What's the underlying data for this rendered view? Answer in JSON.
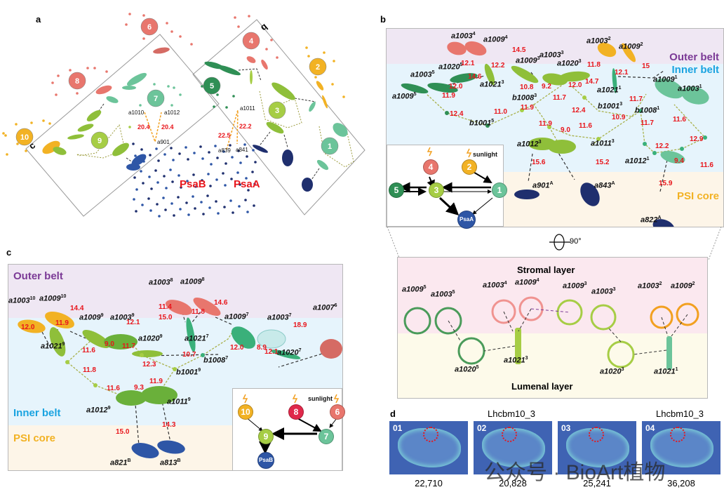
{
  "panels": {
    "a": {
      "letter": "a",
      "clusters": [
        {
          "id": "1",
          "color": "#6cc49a"
        },
        {
          "id": "2",
          "color": "#f2b224"
        },
        {
          "id": "3",
          "color": "#a6cd45"
        },
        {
          "id": "4",
          "color": "#e8766d"
        },
        {
          "id": "5",
          "color": "#2f8f55"
        },
        {
          "id": "6",
          "color": "#e8766d"
        },
        {
          "id": "7",
          "color": "#6cc49a"
        },
        {
          "id": "8",
          "color": "#e8766d"
        },
        {
          "id": "9",
          "color": "#a6cd45"
        },
        {
          "id": "10",
          "color": "#f2b224"
        }
      ],
      "box_labels": {
        "b": "b",
        "c": "c"
      },
      "labels": {
        "a1010": "a1010",
        "a1012": "a1012",
        "a901": "a901",
        "a1011": "a1011",
        "a839": "a839",
        "a841": "a841"
      },
      "distances": {
        "d1010_901": "20.4",
        "d1012_901": "20.4",
        "d839_1011": "22.5",
        "d841_1011": "22.2"
      },
      "subunits": {
        "psab": "PsaB",
        "psaa": "PsaA"
      }
    },
    "b": {
      "letter": "b",
      "belts": {
        "outer": "Outer belt",
        "inner": "Inner belt",
        "core": "PSI core"
      },
      "pigments": {
        "a1003_4": {
          "base": "a1003",
          "sup": "4"
        },
        "a1009_4": {
          "base": "a1009",
          "sup": "4"
        },
        "a1003_3": {
          "base": "a1003",
          "sup": "3"
        },
        "a1009_3": {
          "base": "a1009",
          "sup": "3"
        },
        "a1020_3": {
          "base": "a1020",
          "sup": "3"
        },
        "a1003_2": {
          "base": "a1003",
          "sup": "2"
        },
        "a1009_2": {
          "base": "a1009",
          "sup": "2"
        },
        "a1020_5": {
          "base": "a1020",
          "sup": "5"
        },
        "a1003_5": {
          "base": "a1003",
          "sup": "5"
        },
        "a1009_5": {
          "base": "a1009",
          "sup": "5"
        },
        "a1021_3": {
          "base": "a1021",
          "sup": "3"
        },
        "a1021_1": {
          "base": "a1021",
          "sup": "1"
        },
        "a1009_1": {
          "base": "a1009",
          "sup": "1"
        },
        "a1003_1": {
          "base": "a1003",
          "sup": "1"
        },
        "b1008_3": {
          "base": "b1008",
          "sup": "3"
        },
        "b1001_3": {
          "base": "b1001",
          "sup": "3"
        },
        "b1008_1": {
          "base": "b1008",
          "sup": "1"
        },
        "b1001_5": {
          "base": "b1001",
          "sup": "5"
        },
        "a1012_3": {
          "base": "a1012",
          "sup": "3"
        },
        "a1011_3": {
          "base": "a1011",
          "sup": "3"
        },
        "a1012_1": {
          "base": "a1012",
          "sup": "1"
        },
        "a901_A": {
          "base": "a901",
          "sup": "A"
        },
        "a843_A": {
          "base": "a843",
          "sup": "A"
        },
        "a822_A": {
          "base": "a822",
          "sup": "A"
        }
      },
      "distances": [
        "14.5",
        "12.1",
        "12.2",
        "14.6",
        "12.0",
        "11.9",
        "12.4",
        "11.0",
        "10.8",
        "9.2",
        "11.9",
        "11.9",
        "9.0",
        "12.0",
        "11.7",
        "12.4",
        "11.6",
        "10.9",
        "11.8",
        "12.1",
        "14.7",
        "15",
        "11.7",
        "11.7",
        "11.6",
        "12.9",
        "12.2",
        "9.4",
        "11.6",
        "15.6",
        "15.2",
        "15.9"
      ],
      "inset": {
        "sunlight": "sunlight",
        "nodes": [
          {
            "id": "4",
            "color": "#e8766d"
          },
          {
            "id": "2",
            "color": "#f2b224"
          },
          {
            "id": "5",
            "color": "#2f8f55"
          },
          {
            "id": "3",
            "color": "#a6cd45"
          },
          {
            "id": "1",
            "color": "#6cc49a"
          },
          {
            "id": "PsaA",
            "color": "#2e56a6"
          }
        ]
      },
      "rotation": "90°"
    },
    "b_side": {
      "stromal": "Stromal layer",
      "lumenal": "Lumenal layer",
      "pigments": {
        "a1009_5": {
          "base": "a1009",
          "sup": "5"
        },
        "a1003_5": {
          "base": "a1003",
          "sup": "5"
        },
        "a1003_4": {
          "base": "a1003",
          "sup": "4"
        },
        "a1009_4": {
          "base": "a1009",
          "sup": "4"
        },
        "a1009_3": {
          "base": "a1009",
          "sup": "3"
        },
        "a1003_3": {
          "base": "a1003",
          "sup": "3"
        },
        "a1003_2": {
          "base": "a1003",
          "sup": "2"
        },
        "a1009_2": {
          "base": "a1009",
          "sup": "2"
        },
        "a1020_5": {
          "base": "a1020",
          "sup": "5"
        },
        "a1021_3": {
          "base": "a1021",
          "sup": "3"
        },
        "a1020_3": {
          "base": "a1020",
          "sup": "3"
        },
        "a1021_1": {
          "base": "a1021",
          "sup": "1"
        }
      }
    },
    "c": {
      "letter": "c",
      "belts": {
        "outer": "Outer belt",
        "inner": "Inner belt",
        "core": "PSI core"
      },
      "pigments": {
        "a1003_10": {
          "base": "a1003",
          "sup": "10"
        },
        "a1009_10": {
          "base": "a1009",
          "sup": "10"
        },
        "a1003_8": {
          "base": "a1003",
          "sup": "8"
        },
        "a1009_8": {
          "base": "a1009",
          "sup": "8"
        },
        "a1009_9": {
          "base": "a1009",
          "sup": "9"
        },
        "a1003_9": {
          "base": "a1003",
          "sup": "9"
        },
        "a1021_9": {
          "base": "a1021",
          "sup": "9"
        },
        "a1020_9": {
          "base": "a1020",
          "sup": "9"
        },
        "a1021_7": {
          "base": "a1021",
          "sup": "7"
        },
        "a1009_7": {
          "base": "a1009",
          "sup": "7"
        },
        "a1003_7": {
          "base": "a1003",
          "sup": "7"
        },
        "a1007_6": {
          "base": "a1007",
          "sup": "6"
        },
        "a1020_7": {
          "base": "a1020",
          "sup": "7"
        },
        "b1008_7": {
          "base": "b1008",
          "sup": "7"
        },
        "b1001_9": {
          "base": "b1001",
          "sup": "9"
        },
        "a1012_9": {
          "base": "a1012",
          "sup": "9"
        },
        "a1011_9": {
          "base": "a1011",
          "sup": "9"
        },
        "a821_B": {
          "base": "a821",
          "sup": "B"
        },
        "a813_B": {
          "base": "a813",
          "sup": "B"
        }
      },
      "distances": [
        "14.4",
        "12.0",
        "11.9",
        "11.4",
        "11.8",
        "14.6",
        "15.0",
        "12.1",
        "9.0",
        "11.7",
        "11.6",
        "12.3",
        "10.7",
        "12.0",
        "8.9",
        "12.1",
        "18.9",
        "11.8",
        "11.6",
        "9.3",
        "11.9",
        "15.0",
        "14.3"
      ],
      "inset": {
        "sunlight": "sunlight",
        "nodes": [
          {
            "id": "10",
            "color": "#f2b224"
          },
          {
            "id": "8",
            "color": "#e0284a"
          },
          {
            "id": "6",
            "color": "#e8766d"
          },
          {
            "id": "9",
            "color": "#a6cd45"
          },
          {
            "id": "7",
            "color": "#6cc49a"
          },
          {
            "id": "PsaB",
            "color": "#2e56a6"
          }
        ]
      }
    },
    "d": {
      "letter": "d",
      "thumbnails": [
        {
          "num": "01",
          "callout": "",
          "count": "22,710"
        },
        {
          "num": "02",
          "callout": "Lhcbm10_3",
          "count": "20,828"
        },
        {
          "num": "03",
          "callout": "",
          "count": "25,241"
        },
        {
          "num": "04",
          "callout": "Lhcbm10_3",
          "count": "36,208"
        }
      ],
      "watermark": "公众号 · BioArt植物"
    }
  },
  "colors": {
    "outer_belt_text": "#7b3a96",
    "inner_belt_text": "#1aa3e0",
    "core_text": "#f2b224",
    "outer_bg": "#efe7f3",
    "inner_bg": "#e6f4fc",
    "core_bg": "#fdf5e8",
    "stromal_bg": "#fbe8ef",
    "lumenal_bg": "#fdfaea",
    "distance": "#e8151b"
  }
}
